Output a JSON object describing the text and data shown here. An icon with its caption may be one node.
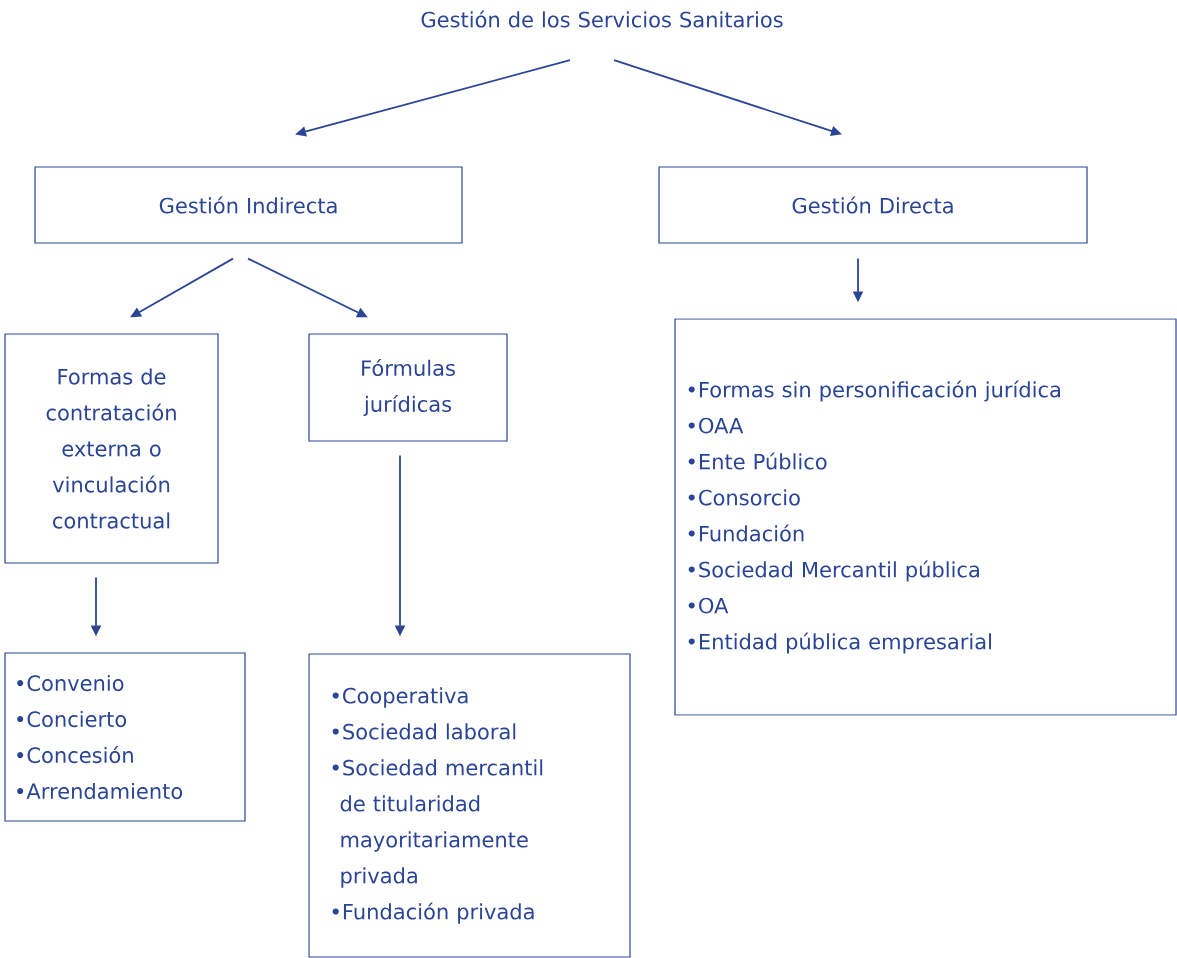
{
  "diagram": {
    "nodes": [
      {
        "text": [
          "Gestión de los Servicios Sanitarios"
        ]
      },
      {
        "text": [
          "Gestión Indirecta"
        ]
      },
      {
        "text": [
          "Gestión Directa"
        ]
      },
      {
        "text": [
          "Formas de contratación externa o vinculación contractual"
        ]
      },
      {
        "text": [
          "Fórmulas jurídicas"
        ]
      },
      {
        "text": [
          "•Convenio",
          "•Concierto",
          "•Concesión",
          "•Arrendamiento"
        ]
      },
      {
        "text": [
          "•Cooperativa",
          "•Sociedad laboral",
          "•Sociedad mercantil de titularidad mayoritariamente privada",
          "•Fundación privada"
        ]
      },
      {
        "text": [
          "•Formas sin personificación jurídica",
          "•OAA",
          "•Ente Público",
          "•Consorcio",
          "•Fundación",
          "•Sociedad Mercantil pública",
          "•OA",
          "•Entidad pública empresarial"
        ]
      }
    ],
    "edges": [
      {
        "from": 0,
        "to": 1,
        "arrow": "to"
      },
      {
        "from": 0,
        "to": 2,
        "arrow": "to"
      },
      {
        "from": 1,
        "to": 3,
        "arrow": "to"
      },
      {
        "from": 1,
        "to": 4,
        "arrow": "to"
      },
      {
        "from": 3,
        "to": 5,
        "arrow": "to"
      },
      {
        "from": 4,
        "to": 6,
        "arrow": "to"
      },
      {
        "from": 2,
        "to": 7,
        "arrow": "to"
      }
    ]
  }
}
